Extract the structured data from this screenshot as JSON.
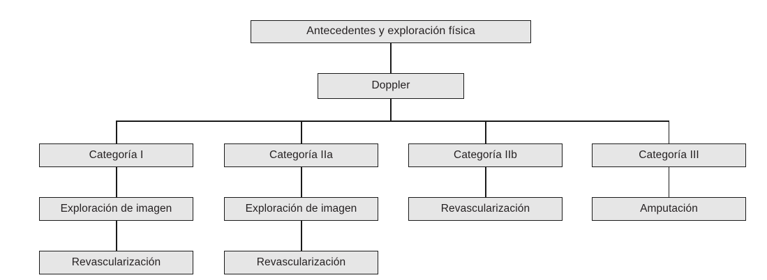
{
  "diagram": {
    "title_text": "Antecedentes y exploración física",
    "type": "flowchart",
    "orientation": "top-down",
    "colors": {
      "node_fill": "#e6e6e6",
      "node_border": "#1a1a1a",
      "text": "#231f20",
      "connector": "#1a1a1a",
      "background": "#ffffff"
    },
    "levels": [
      {
        "level": 1,
        "nodes": [
          {
            "id": "root",
            "label": "Antecedentes y exploración física"
          }
        ]
      },
      {
        "level": 2,
        "nodes": [
          {
            "id": "doppler",
            "label": "Doppler"
          }
        ]
      },
      {
        "level": 3,
        "nodes": [
          {
            "id": "cat1",
            "label": "Categoría I"
          },
          {
            "id": "cat2a",
            "label": "Categoría IIa"
          },
          {
            "id": "cat2b",
            "label": "Categoría IIb"
          },
          {
            "id": "cat3",
            "label": "Categoría III"
          }
        ]
      },
      {
        "level": 4,
        "nodes": [
          {
            "id": "img1",
            "label": "Exploración de imagen"
          },
          {
            "id": "img2",
            "label": "Exploración de imagen"
          },
          {
            "id": "revasc2b",
            "label": "Revascularización"
          },
          {
            "id": "amput3",
            "label": "Amputación"
          }
        ]
      },
      {
        "level": 5,
        "nodes": [
          {
            "id": "revasc1",
            "label": "Revascularización"
          },
          {
            "id": "revasc2a",
            "label": "Revascularización"
          }
        ]
      }
    ],
    "nodes": {
      "root": "Antecedentes y exploración física",
      "doppler": "Doppler",
      "cat1": "Categoría I",
      "cat2a": "Categoría IIa",
      "cat2b": "Categoría IIb",
      "cat3": "Categoría III",
      "img1": "Exploración de imagen",
      "img2": "Exploración de imagen",
      "revasc2b": "Revascularización",
      "amput3": "Amputación",
      "revasc1": "Revascularización",
      "revasc2a": "Revascularización"
    },
    "edges": [
      {
        "from": "root",
        "to": "doppler"
      },
      {
        "from": "doppler",
        "to": "cat1"
      },
      {
        "from": "doppler",
        "to": "cat2a"
      },
      {
        "from": "doppler",
        "to": "cat2b"
      },
      {
        "from": "doppler",
        "to": "cat3"
      },
      {
        "from": "cat1",
        "to": "img1"
      },
      {
        "from": "cat2a",
        "to": "img2"
      },
      {
        "from": "cat2b",
        "to": "revasc2b"
      },
      {
        "from": "cat3",
        "to": "amput3"
      },
      {
        "from": "img1",
        "to": "revasc1"
      },
      {
        "from": "img2",
        "to": "revasc2a"
      }
    ]
  }
}
